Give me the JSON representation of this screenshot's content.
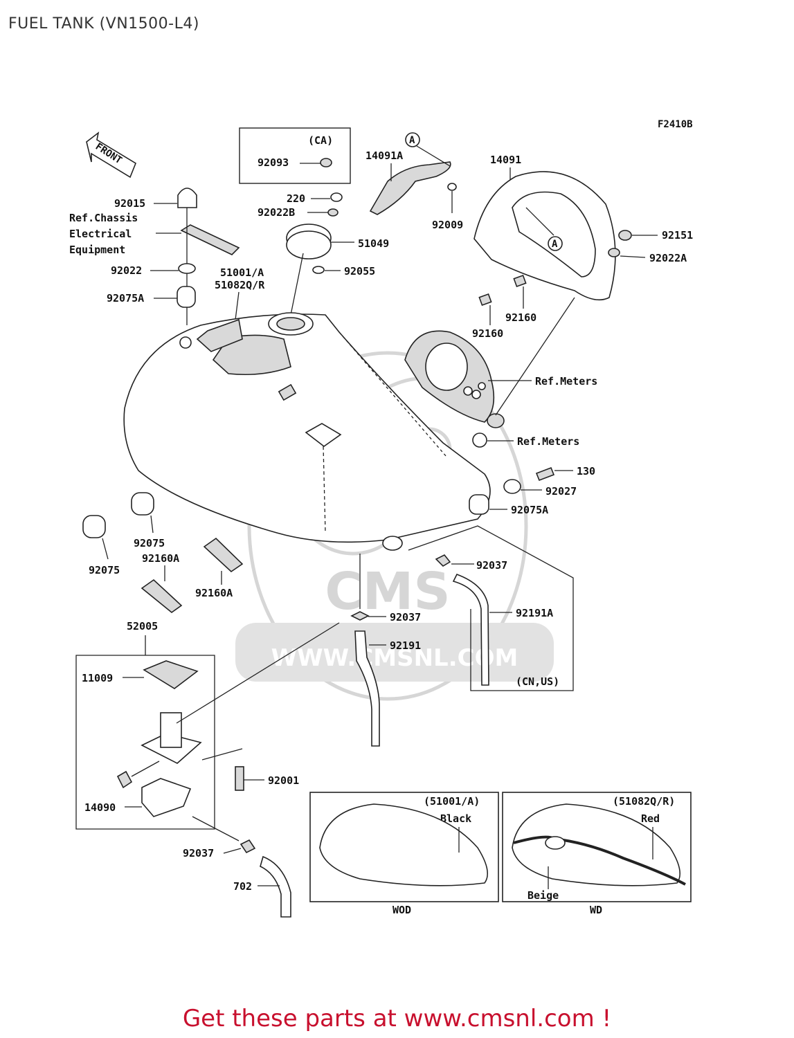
{
  "page": {
    "title": "FUEL TANK (VN1500-L4)",
    "footer": "Get these parts at www.cmsnl.com !",
    "figure_code": "F2410B",
    "front_arrow": "FRONT"
  },
  "watermark": {
    "brand": "CMS",
    "url": "WWW.CMSNL.COM"
  },
  "labels": {
    "ca_box_title": "(CA)",
    "ca_box_part": "92093",
    "p220": "220",
    "p92022b": "92022B",
    "p14091a": "14091A",
    "callout_a1": "A",
    "p92009": "92009",
    "p14091": "14091",
    "callout_a2": "A",
    "p92151": "92151",
    "p92022a": "92022A",
    "p92160_1": "92160",
    "p92160_2": "92160",
    "p92015": "92015",
    "ref_chassis_1": "Ref.Chassis",
    "ref_chassis_2": "Electrical",
    "ref_chassis_3": "Equipment",
    "p92022": "92022",
    "p92075a_1": "92075A",
    "p51001_line1": "51001/A",
    "p51001_line2": "51082Q/R",
    "p51049": "51049",
    "p92055": "92055",
    "ref_meters_1": "Ref.Meters",
    "ref_meters_2": "Ref.Meters",
    "p130": "130",
    "p92027": "92027",
    "p92075a_2": "92075A",
    "p92037_1": "92037",
    "p92191a": "92191A",
    "cn_us": "(CN,US)",
    "p92037_2": "92037",
    "p92191": "92191",
    "p92075_1": "92075",
    "p92075_2": "92075",
    "p92160a_1": "92160A",
    "p92160a_2": "92160A",
    "p52005": "52005",
    "p11009": "11009",
    "p92001": "92001",
    "p14090": "14090",
    "p92037_3": "92037",
    "p702": "702",
    "wod_box_code": "(51001/A)",
    "wod_color": "Black",
    "wod_caption": "WOD",
    "wd_box_code": "(51082Q/R)",
    "wd_color_1": "Red",
    "wd_color_2": "Beige",
    "wd_caption": "WD"
  }
}
